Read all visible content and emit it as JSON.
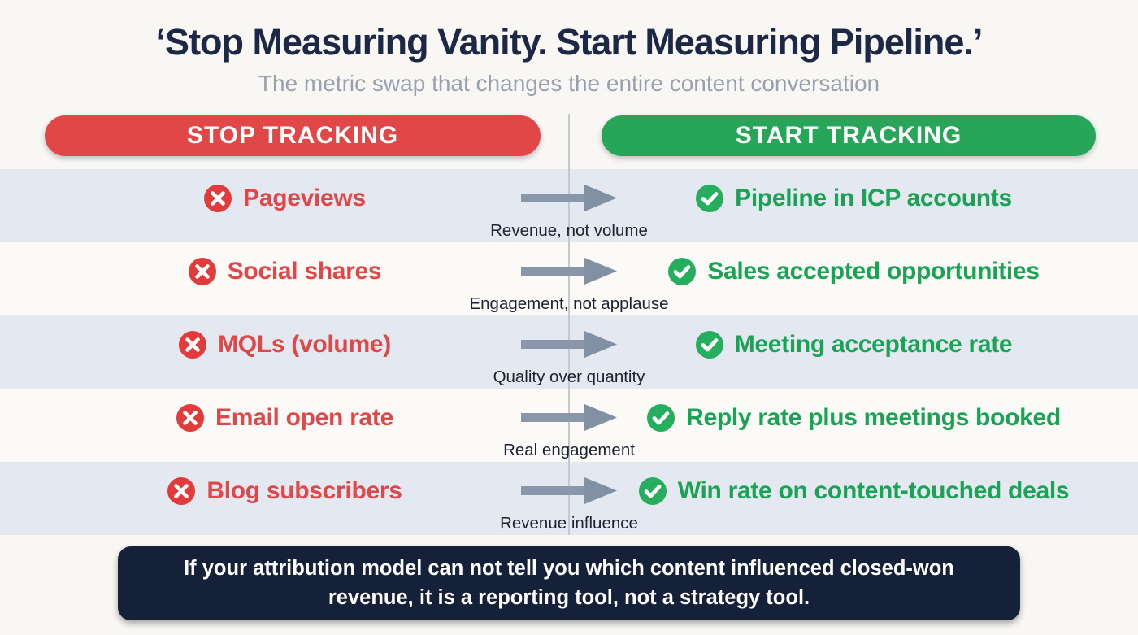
{
  "header": {
    "title": "‘Stop Measuring Vanity. Start Measuring Pipeline.’",
    "subtitle": "The metric swap that changes the entire content conversation"
  },
  "columns": {
    "stop_label": "STOP TRACKING",
    "start_label": "START TRACKING"
  },
  "rows": [
    {
      "stop": "Pageviews",
      "start": "Pipeline in ICP accounts",
      "caption": "Revenue, not volume"
    },
    {
      "stop": "Social shares",
      "start": "Sales accepted opportunities",
      "caption": "Engagement, not applause"
    },
    {
      "stop": "MQLs (volume)",
      "start": "Meeting acceptance rate",
      "caption": "Quality over quantity"
    },
    {
      "stop": "Email open rate",
      "start": "Reply rate plus meetings booked",
      "caption": "Real engagement"
    },
    {
      "stop": "Blog subscribers",
      "start": "Win rate on content-touched deals",
      "caption": "Revenue influence"
    }
  ],
  "footer": {
    "note": "If your attribution model can not tell you which content influenced closed-won revenue, it is a reporting tool, not a strategy tool."
  },
  "icons": {
    "stop_icon": "x-circle",
    "start_icon": "check-circle",
    "swap_icon": "right-arrow"
  },
  "colors": {
    "stop_red": "#e24747",
    "stop_icon_red": "#e23b3b",
    "stop_text_red": "#e04848",
    "start_green": "#27a65a",
    "start_icon_green": "#26ae5f",
    "start_text_green": "#1ba355",
    "title_navy": "#1d2746",
    "subtitle_gray": "#98a0ad",
    "band_blue": "#e3e8f1",
    "arrow_gray": "#8a96a9",
    "divider_gray": "#c2c9d5",
    "footer_navy": "#152039",
    "footer_text": "#ffffff"
  }
}
